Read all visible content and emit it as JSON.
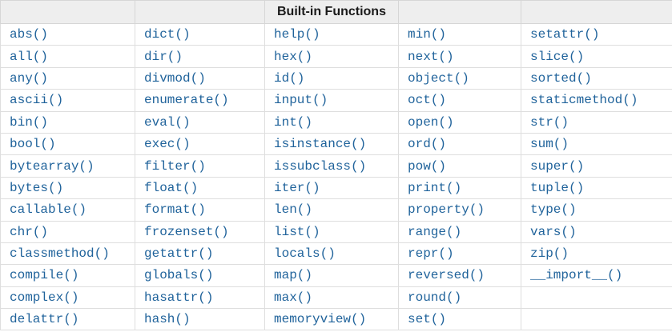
{
  "table": {
    "header_title": "Built-in Functions",
    "columns": 5,
    "rows": [
      [
        "abs()",
        "dict()",
        "help()",
        "min()",
        "setattr()"
      ],
      [
        "all()",
        "dir()",
        "hex()",
        "next()",
        "slice()"
      ],
      [
        "any()",
        "divmod()",
        "id()",
        "object()",
        "sorted()"
      ],
      [
        "ascii()",
        "enumerate()",
        "input()",
        "oct()",
        "staticmethod()"
      ],
      [
        "bin()",
        "eval()",
        "int()",
        "open()",
        "str()"
      ],
      [
        "bool()",
        "exec()",
        "isinstance()",
        "ord()",
        "sum()"
      ],
      [
        "bytearray()",
        "filter()",
        "issubclass()",
        "pow()",
        "super()"
      ],
      [
        "bytes()",
        "float()",
        "iter()",
        "print()",
        "tuple()"
      ],
      [
        "callable()",
        "format()",
        "len()",
        "property()",
        "type()"
      ],
      [
        "chr()",
        "frozenset()",
        "list()",
        "range()",
        "vars()"
      ],
      [
        "classmethod()",
        "getattr()",
        "locals()",
        "repr()",
        "zip()"
      ],
      [
        "compile()",
        "globals()",
        "map()",
        "reversed()",
        "__import__()"
      ],
      [
        "complex()",
        "hasattr()",
        "max()",
        "round()",
        ""
      ],
      [
        "delattr()",
        "hash()",
        "memoryview()",
        "set()",
        ""
      ]
    ]
  },
  "colors": {
    "link": "#20639b",
    "header_bg": "#eeeeee",
    "header_text": "#1a1a1a",
    "header_border": "#d6d6d6",
    "cell_border": "#dedede"
  }
}
